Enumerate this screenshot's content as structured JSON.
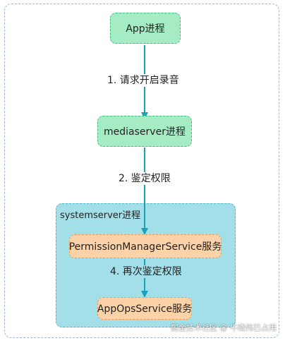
{
  "diagram": {
    "nodes": {
      "app": "App进程",
      "mediaserver": "mediaserver进程",
      "permission_manager": "PermissionManagerService服务",
      "app_ops": "AppOpsService服务"
    },
    "cluster_label": "systemserver进程",
    "edges": {
      "e1": "1. 请求开启录音",
      "e2": "2. 鉴定权限",
      "e4": "4. 再次鉴定权限"
    }
  },
  "watermark": "掘金技术社区 @ 牛晓伟已占用",
  "colors": {
    "edge": "#17a2b8",
    "green_fill": "#a5ecc4",
    "orange_fill": "#fcd3a8",
    "cluster_fill": "#a2dfe8"
  }
}
